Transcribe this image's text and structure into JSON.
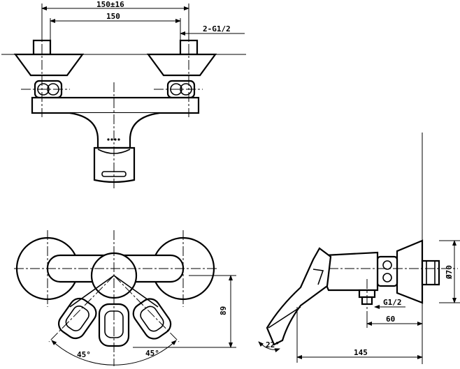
{
  "dimensions": {
    "top_width_tol": "150±16",
    "top_width": "150",
    "thread_count": "2-G1/2",
    "height": "89",
    "angle_left": "45°",
    "angle_right": "45°",
    "side_angle": "22°",
    "side_thread": "G1/2",
    "side_depth": "60",
    "side_length": "145",
    "side_diameter": "Ø70"
  }
}
